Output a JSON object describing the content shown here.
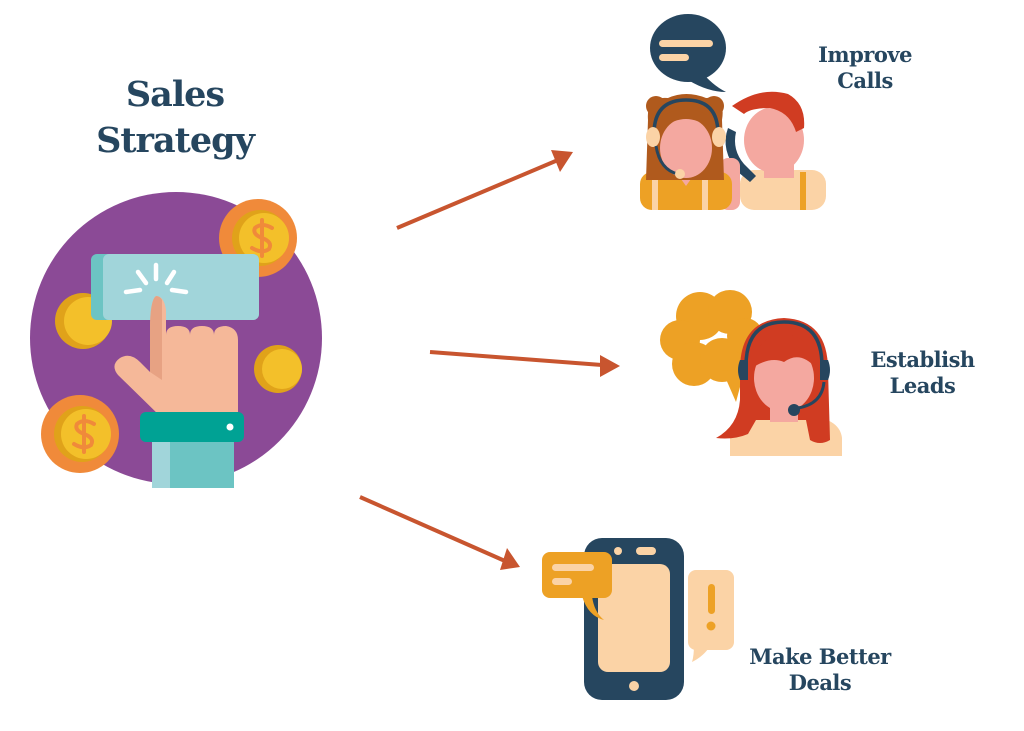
{
  "diagram": {
    "title": {
      "line1": "Sales",
      "line2": "Strategy"
    },
    "hub_icon": "hand-pressing-button-with-coins-icon",
    "outcomes": [
      {
        "line1": "Improve",
        "line2": "Calls",
        "icon": "call-center-team-icon"
      },
      {
        "line1": "Establish",
        "line2": "Leads",
        "icon": "headset-agent-icon"
      },
      {
        "line1": "Make Better",
        "line2": "Deals",
        "icon": "smartphone-messages-icon"
      }
    ],
    "arrows": [
      {
        "from": "hub",
        "to": "Improve Calls"
      },
      {
        "from": "hub",
        "to": "Establish Leads"
      },
      {
        "from": "hub",
        "to": "Make Better Deals"
      }
    ]
  },
  "colors": {
    "text": "#26465f",
    "arrow": "#c8552f",
    "hub_circle": "#8b4a96",
    "coin_outer": "#f08a3a",
    "coin_inner": "#f3c02a",
    "button": "#a1d5da",
    "skin": "#f5b899",
    "cuff": "#00a294",
    "sleeve": "#6cc4c3",
    "dark_navy": "#26465f",
    "orange": "#eda125",
    "peach": "#fbd3a6",
    "red_hair": "#d03c22",
    "brown_hair": "#b05a1d",
    "face_pink": "#f4a8a0"
  }
}
